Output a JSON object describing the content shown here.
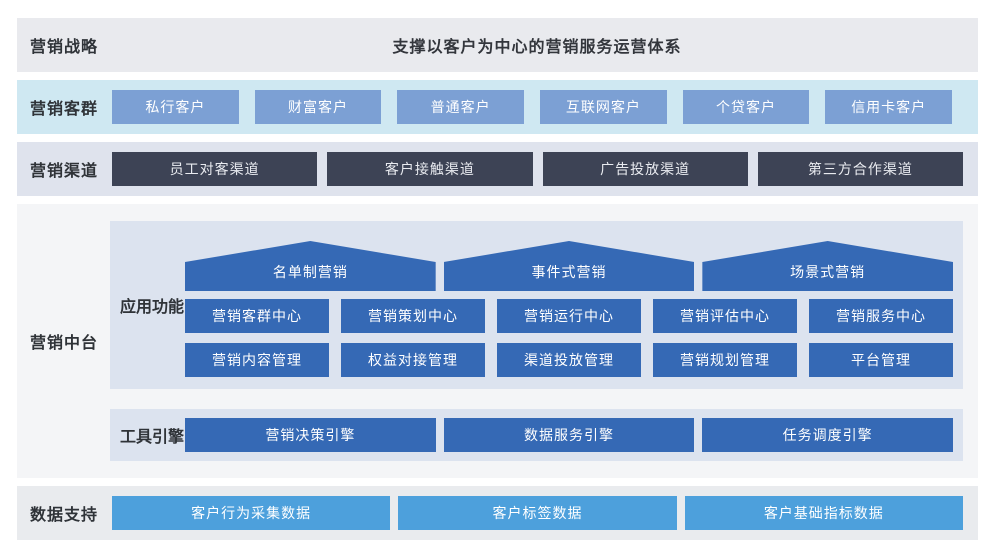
{
  "strategy": {
    "label": "营销战略",
    "title": "支撑以客户为中心的营销服务运营体系"
  },
  "customers": {
    "label": "营销客群",
    "items": [
      "私行客户",
      "财富客户",
      "普通客户",
      "互联网客户",
      "个贷客户",
      "信用卡客户"
    ]
  },
  "channels": {
    "label": "营销渠道",
    "items": [
      "员工对客渠道",
      "客户接触渠道",
      "广告投放渠道",
      "第三方合作渠道"
    ]
  },
  "platform": {
    "label": "营销中台",
    "app": {
      "label": "应用功能",
      "arrows": [
        "名单制营销",
        "事件式营销",
        "场景式营销"
      ],
      "centers": [
        "营销客群中心",
        "营销策划中心",
        "营销运行中心",
        "营销评估中心",
        "营销服务中心"
      ],
      "mgmt": [
        "营销内容管理",
        "权益对接管理",
        "渠道投放管理",
        "营销规划管理",
        "平台管理"
      ]
    },
    "engine": {
      "label": "工具引擎",
      "items": [
        "营销决策引擎",
        "数据服务引擎",
        "任务调度引擎"
      ]
    }
  },
  "datasupport": {
    "label": "数据支持",
    "items": [
      "客户行为采集数据",
      "客户标签数据",
      "客户基础指标数据"
    ]
  },
  "colors": {
    "primary_blue": "#3569b5",
    "medium_blue": "#7ca0d4",
    "sky_blue": "#4da0dc",
    "dark_navy": "#3d4355",
    "cyan_band": "#cfe8f2",
    "periwinkle_band": "#dfe3ed",
    "gray_band": "#e9eaee",
    "section_bg": "#f4f5f7",
    "panel_bg": "#dce3ef"
  }
}
